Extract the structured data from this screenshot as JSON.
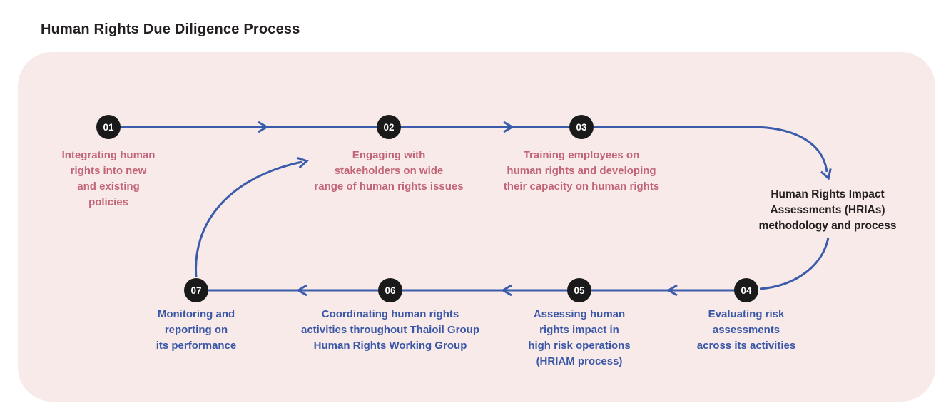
{
  "page": {
    "title": "Human Rights Due Diligence Process"
  },
  "colors": {
    "background": "#f9eaea",
    "line": "#3a5caa",
    "node": "#1a1a1a",
    "pink_text": "#c16576",
    "blue_text": "#3a57a6",
    "dark_text": "#231f20"
  },
  "steps": [
    {
      "num": "01",
      "label": "Integrating human\nrights into new\nand existing\npolicies"
    },
    {
      "num": "02",
      "label": "Engaging with\nstakeholders on wide\nrange of human rights issues"
    },
    {
      "num": "03",
      "label": "Training employees on\nhuman rights and developing\ntheir capacity on human rights"
    },
    {
      "num": "04",
      "label": "Evaluating risk\nassessments\nacross its activities"
    },
    {
      "num": "05",
      "label": "Assessing human\nrights impact in\nhigh risk operations\n(HRIAM process)"
    },
    {
      "num": "06",
      "label": "Coordinating human rights\nactivities throughout Thaioil Group\nHuman Rights Working Group"
    },
    {
      "num": "07",
      "label": "Monitoring and\nreporting on\nits performance"
    }
  ],
  "callout": {
    "label": "Human Rights Impact\nAssessments (HRIAs)\nmethodology and process"
  }
}
